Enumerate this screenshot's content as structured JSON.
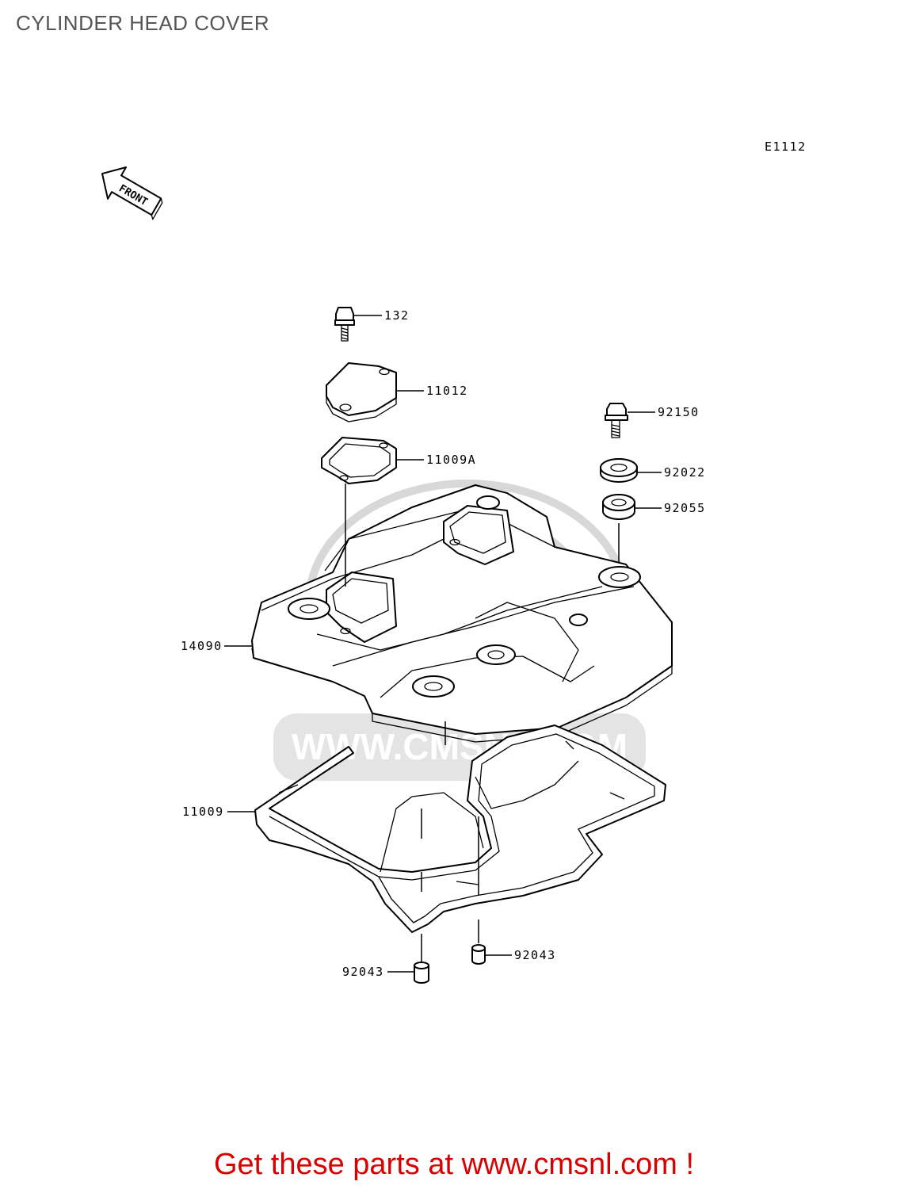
{
  "page": {
    "title": "CYLINDER HEAD COVER",
    "diagram_code": "E1112",
    "front_label": "FRONT",
    "footer": "Get these parts at www.cmsnl.com !"
  },
  "watermark": "WWW.CMSNL.COM",
  "parts": [
    {
      "id": "p132",
      "label": "132"
    },
    {
      "id": "p11012",
      "label": "11012"
    },
    {
      "id": "p11009A",
      "label": "11009A"
    },
    {
      "id": "p92150",
      "label": "92150"
    },
    {
      "id": "p92022",
      "label": "92022"
    },
    {
      "id": "p92055",
      "label": "92055"
    },
    {
      "id": "p14090",
      "label": "14090"
    },
    {
      "id": "p11009",
      "label": "11009"
    },
    {
      "id": "p92043a",
      "label": "92043"
    },
    {
      "id": "p92043b",
      "label": "92043"
    }
  ]
}
